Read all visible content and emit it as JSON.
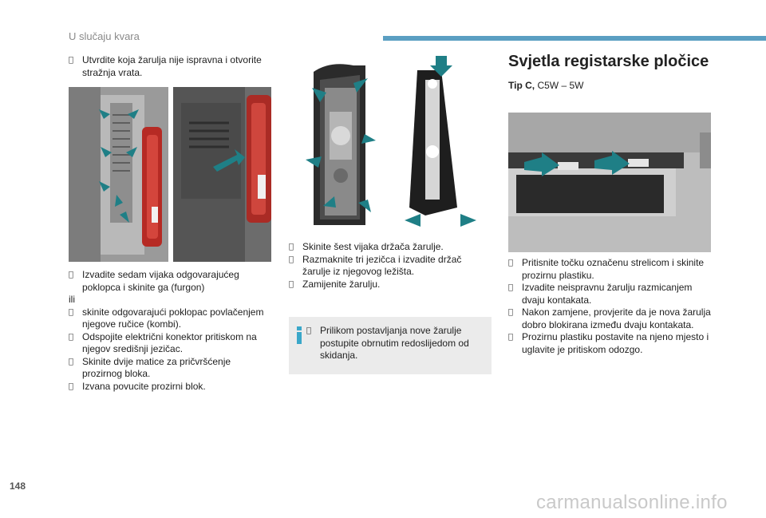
{
  "header": {
    "title": "U slučaju kvara"
  },
  "page_number": "148",
  "watermark": "carmanualsonline.info",
  "bullet_symbol": "",
  "left_column": {
    "intro": "Utvrdite koja žarulja nije ispravna i otvorite stražnja vrata.",
    "steps": [
      {
        "type": "bullet",
        "text": "Izvadite sedam vijaka odgovarajućeg poklopca i skinite ga (furgon)"
      },
      {
        "type": "plain",
        "text": "ili"
      },
      {
        "type": "bullet",
        "text": "skinite odgovarajući poklopac povlačenjem njegove ručice (kombi)."
      },
      {
        "type": "bullet",
        "text": "Odspojite električni konektor pritiskom na njegov središnji jezičac."
      },
      {
        "type": "bullet",
        "text": "Skinite dvije matice za pričvršćenje prozirnog bloka."
      },
      {
        "type": "bullet",
        "text": "Izvana povucite prozirni blok."
      }
    ]
  },
  "middle_column": {
    "steps": [
      "Skinite šest vijaka držača žarulje.",
      "Razmaknite tri jezičca i izvadite držač žarulje iz njegovog ležišta.",
      "Zamijenite žarulju."
    ],
    "info": "Prilikom postavljanja nove žarulje postupite obrnutim redoslijedom od skidanja."
  },
  "right_column": {
    "title": "Svjetla registarske pločice",
    "bulb_type_label": "Tip C,",
    "bulb_type_value": "C5W – 5W",
    "steps": [
      "Pritisnite točku označenu strelicom i skinite prozirnu plastiku.",
      "Izvadite neispravnu žarulju razmicanjem dvaju kontakata.",
      "Nakon zamjene, provjerite da je nova žarulja dobro blokirana između dvaju kontakata.",
      "Prozirnu plastiku postavite na njeno mjesto i uglavite je pritiskom odozgo."
    ]
  },
  "colors": {
    "accent_bar": "#5b9fc2",
    "arrow": "#1f7f86",
    "info_icon": "#3aa7c9"
  }
}
